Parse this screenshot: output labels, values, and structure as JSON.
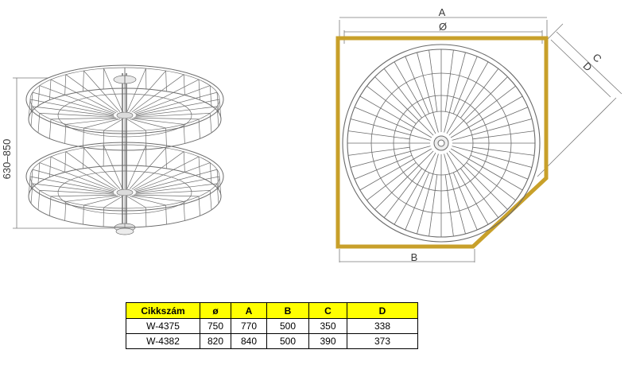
{
  "dimensions": {
    "height_label": "630–850",
    "a_label": "A",
    "diameter_label": "Ø",
    "b_label": "B",
    "c_label": "C",
    "d_label": "D"
  },
  "colors": {
    "frame": "#c8a02a",
    "wire": "#707070",
    "header_bg": "#ffff00"
  },
  "table": {
    "headers": [
      "Cikkszám",
      "ø",
      "A",
      "B",
      "C",
      "D"
    ],
    "rows": [
      [
        "W-4375",
        "750",
        "770",
        "500",
        "350",
        "338"
      ],
      [
        "W-4382",
        "820",
        "840",
        "500",
        "390",
        "373"
      ]
    ]
  }
}
